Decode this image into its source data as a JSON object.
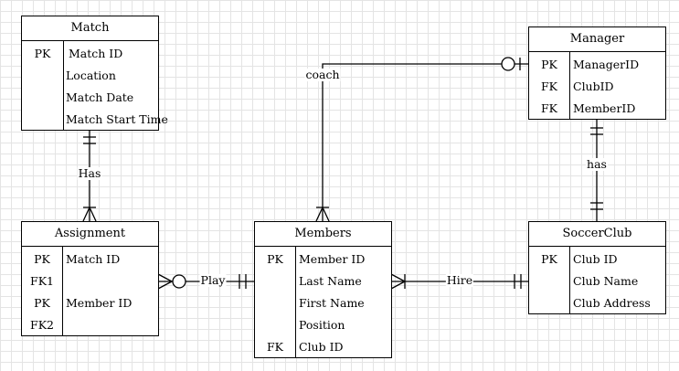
{
  "entities": {
    "match": {
      "title": "Match",
      "rows": [
        {
          "key": "PK",
          "attr": "Match ID"
        },
        {
          "key": "",
          "attr": "Location"
        },
        {
          "key": "",
          "attr": "Match Date"
        },
        {
          "key": "",
          "attr": "Match Start Time"
        }
      ]
    },
    "manager": {
      "title": "Manager",
      "rows": [
        {
          "key": "PK",
          "attr": "ManagerID"
        },
        {
          "key": "FK",
          "attr": "ClubID"
        },
        {
          "key": "FK",
          "attr": "MemberID"
        }
      ]
    },
    "assignment": {
      "title": "Assignment",
      "rows": [
        {
          "key": "PK",
          "attr": "Match ID"
        },
        {
          "key": "FK1",
          "attr": ""
        },
        {
          "key": "PK",
          "attr": "Member ID"
        },
        {
          "key": "FK2",
          "attr": ""
        }
      ]
    },
    "members": {
      "title": "Members",
      "rows": [
        {
          "key": "PK",
          "attr": "Member ID"
        },
        {
          "key": "",
          "attr": "Last Name"
        },
        {
          "key": "",
          "attr": "First Name"
        },
        {
          "key": "",
          "attr": "Position"
        },
        {
          "key": "FK",
          "attr": "Club ID"
        }
      ]
    },
    "soccerclub": {
      "title": "SoccerClub",
      "rows": [
        {
          "key": "PK",
          "attr": "Club ID"
        },
        {
          "key": "",
          "attr": "Club Name"
        },
        {
          "key": "",
          "attr": "Club Address"
        }
      ]
    }
  },
  "relationships": {
    "has_match": "Has",
    "play": "Play",
    "hire": "Hire",
    "coach": "coach",
    "has_club": "has"
  }
}
